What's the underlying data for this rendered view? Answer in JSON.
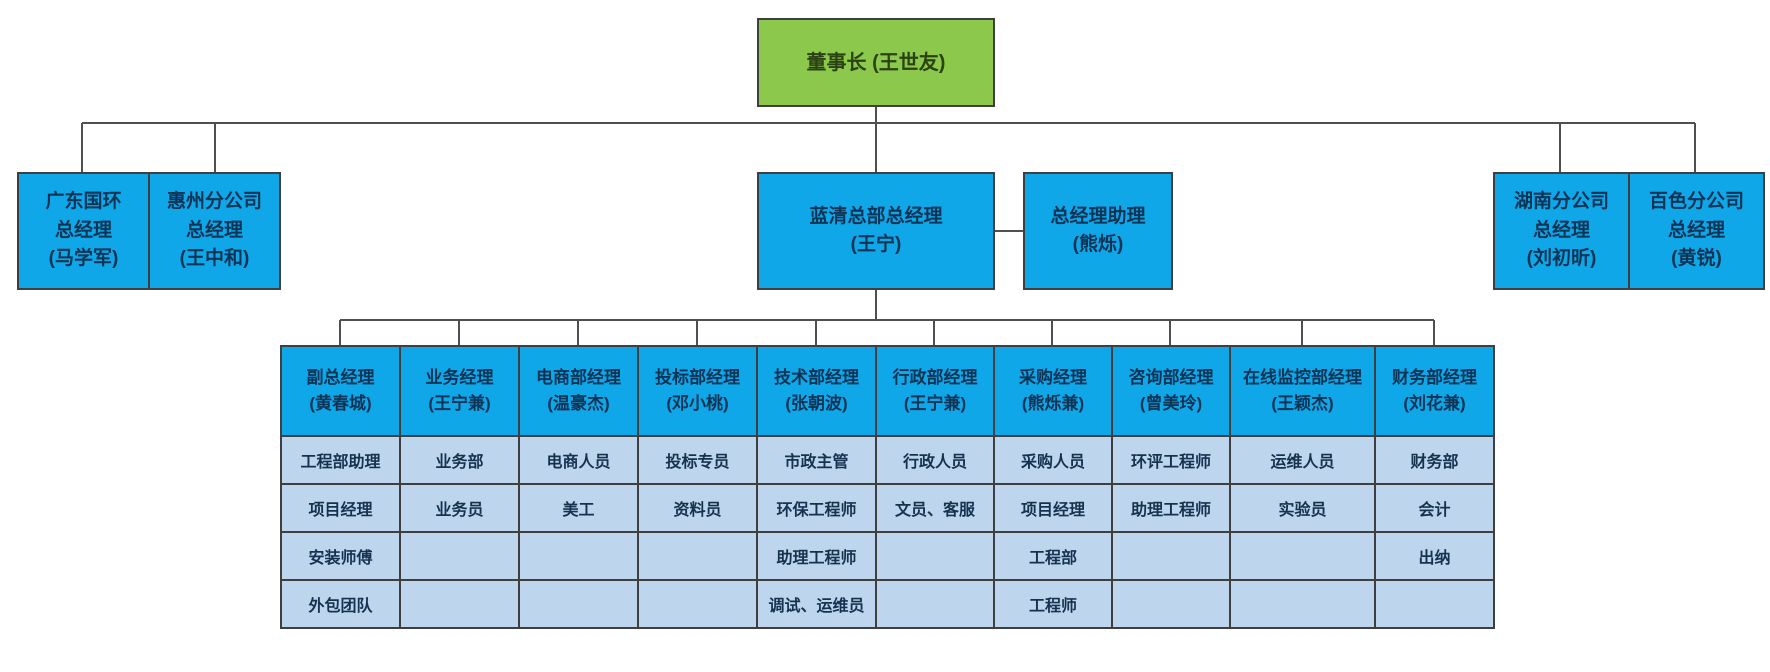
{
  "chairman": {
    "label": "董事长 (王世友)"
  },
  "executives": [
    {
      "label": "广东国环\n总经理\n(马学军)"
    },
    {
      "label": "惠州分公司\n总经理\n(王中和)"
    },
    {
      "label": "蓝清总部总经理\n(王宁)"
    },
    {
      "label": "总经理助理\n(熊烁)"
    },
    {
      "label": "湖南分公司\n总经理\n(刘初昕)"
    },
    {
      "label": "百色分公司\n总经理\n(黄锐)"
    }
  ],
  "departments": {
    "headers": [
      "副总经理\n(黄春城)",
      "业务经理\n(王宁兼)",
      "电商部经理\n(温豪杰)",
      "投标部经理\n(邓小桃)",
      "技术部经理\n(张朝波)",
      "行政部经理\n(王宁兼)",
      "采购经理\n(熊烁兼)",
      "咨询部经理\n(曾美玲)",
      "在线监控部经理\n(王颖杰)",
      "财务部经理\n(刘花兼)"
    ],
    "rows": [
      [
        "工程部助理",
        "业务部",
        "电商人员",
        "投标专员",
        "市政主管",
        "行政人员",
        "采购人员",
        "环评工程师",
        "运维人员",
        "财务部"
      ],
      [
        "项目经理",
        "业务员",
        "美工",
        "资料员",
        "环保工程师",
        "文员、客服",
        "项目经理",
        "助理工程师",
        "实验员",
        "会计"
      ],
      [
        "安装师傅",
        "",
        "",
        "",
        "助理工程师",
        "",
        "工程部",
        "",
        "",
        "出纳"
      ],
      [
        "外包团队",
        "",
        "",
        "",
        "调试、运维员",
        "",
        "工程师",
        "",
        "",
        ""
      ]
    ]
  },
  "colors": {
    "chairman_bg": "#8cc84b",
    "node_bg": "#0fa7e8",
    "cell_bg": "#bdd6ee",
    "border": "#3f3f3f",
    "connector": "#4f4f4f",
    "node_text": "#0d3355",
    "chairman_text": "#2a4214"
  }
}
